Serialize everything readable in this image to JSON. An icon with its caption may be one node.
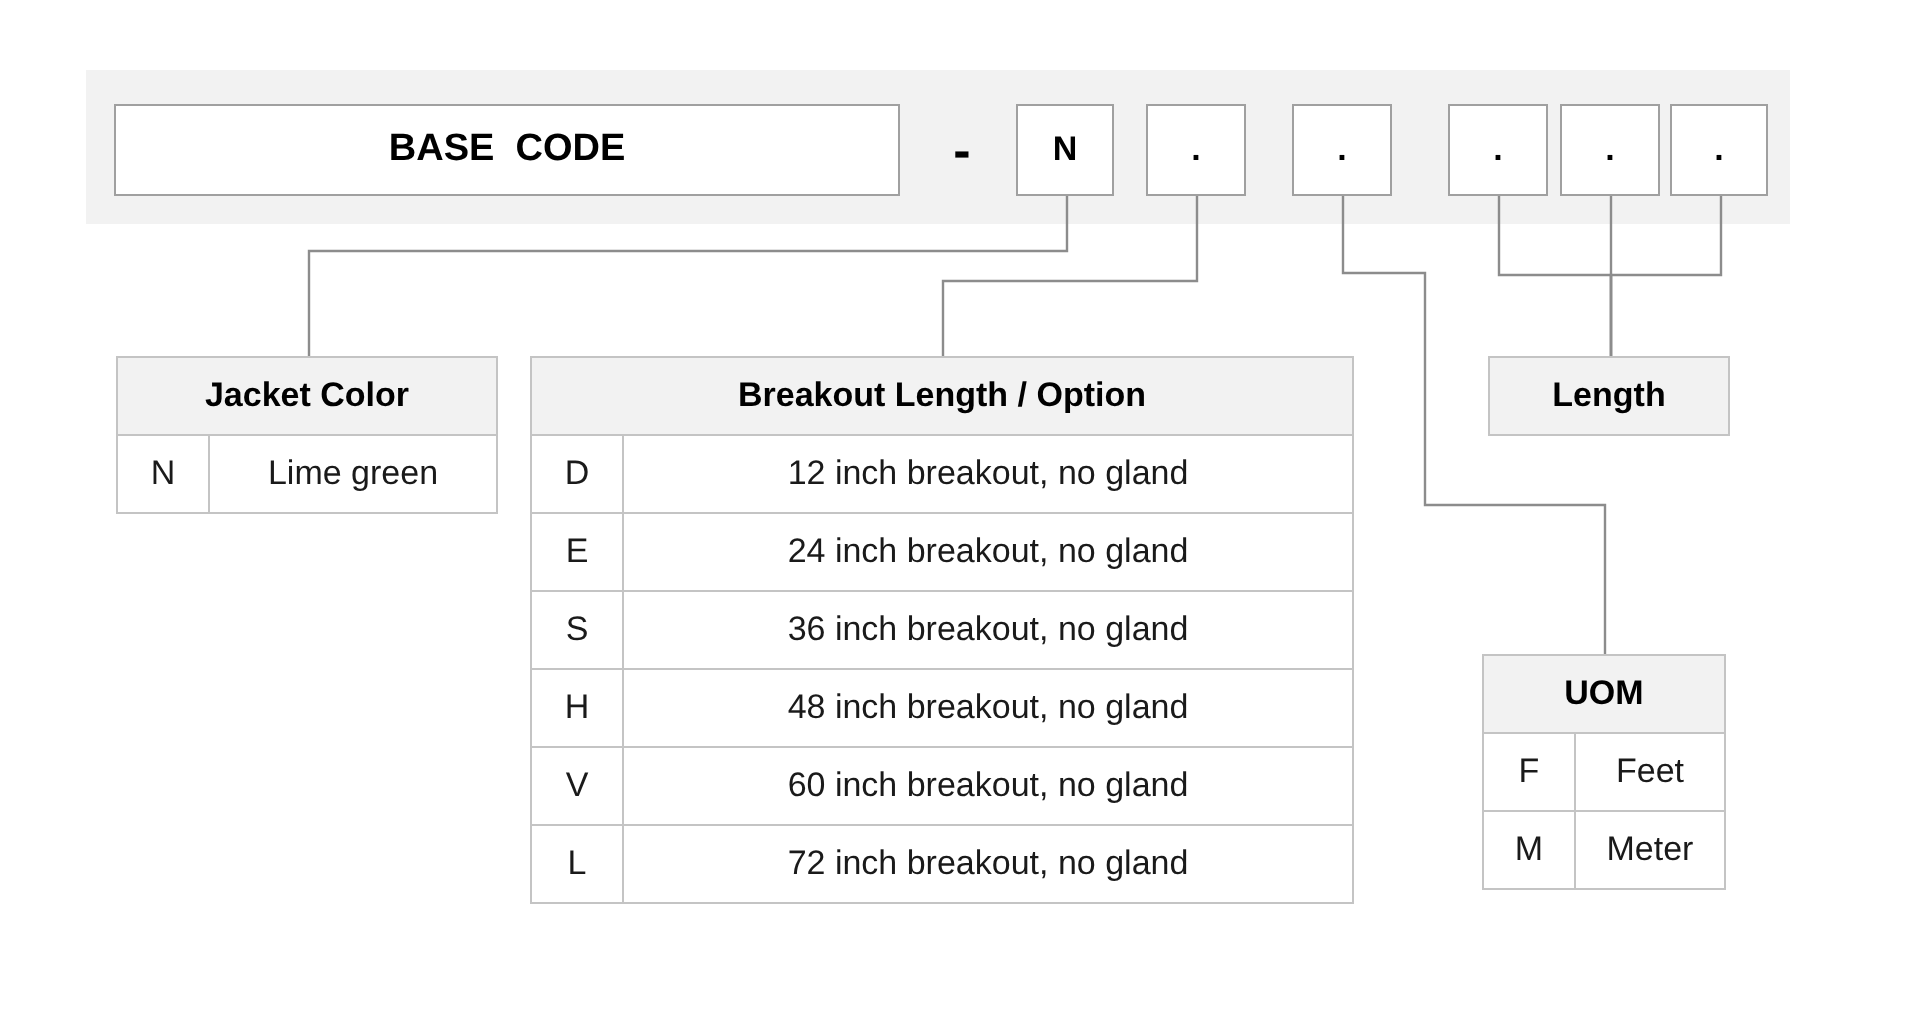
{
  "diagram": {
    "nodes": [
      {
        "text": [],
        "shape": "bar"
      },
      {
        "text": [
          "BASE  CODE"
        ],
        "in": 0
      },
      {
        "text": [
          "N"
        ],
        "in": 0
      },
      {
        "text": [
          "."
        ],
        "in": 0
      },
      {
        "text": [
          "."
        ],
        "in": 0
      },
      {
        "text": [
          "."
        ],
        "in": 0
      },
      {
        "text": [
          "."
        ],
        "in": 0
      },
      {
        "text": [
          "."
        ],
        "in": 0
      },
      {
        "text": [
          "Jacket Color"
        ]
      },
      {
        "text": [
          "N"
        ],
        "in": 8
      },
      {
        "text": [
          "Lime green"
        ],
        "in": 8
      },
      {
        "text": [
          "Breakout Length / Option"
        ]
      },
      {
        "text": [
          "D"
        ],
        "in": 11
      },
      {
        "text": [
          "12 inch breakout, no gland"
        ],
        "in": 11
      },
      {
        "text": [
          "E"
        ],
        "in": 11
      },
      {
        "text": [
          "24 inch breakout, no gland"
        ],
        "in": 11
      },
      {
        "text": [
          "S"
        ],
        "in": 11
      },
      {
        "text": [
          "36 inch breakout, no gland"
        ],
        "in": 11
      },
      {
        "text": [
          "H"
        ],
        "in": 11
      },
      {
        "text": [
          "48 inch breakout, no gland"
        ],
        "in": 11
      },
      {
        "text": [
          "V"
        ],
        "in": 11
      },
      {
        "text": [
          "60 inch breakout, no gland"
        ],
        "in": 11
      },
      {
        "text": [
          "L"
        ],
        "in": 11
      },
      {
        "text": [
          "72 inch breakout, no gland"
        ],
        "in": 11
      },
      {
        "text": [
          "Length"
        ]
      },
      {
        "text": [
          "UOM"
        ]
      },
      {
        "text": [
          "F"
        ],
        "in": 25
      },
      {
        "text": [
          "Feet"
        ],
        "in": 25
      },
      {
        "text": [
          "M"
        ],
        "in": 25
      },
      {
        "text": [
          "Meter"
        ],
        "in": 25
      }
    ],
    "edges": [
      {
        "from": 2,
        "to": 8,
        "arrow": "none"
      },
      {
        "from": 3,
        "to": 11,
        "arrow": "none"
      },
      {
        "from": 4,
        "to": 25,
        "arrow": "none"
      },
      {
        "from": 5,
        "to": 24,
        "arrow": "none"
      },
      {
        "from": 6,
        "to": 24,
        "arrow": "none"
      },
      {
        "from": 7,
        "to": 24,
        "arrow": "none"
      }
    ],
    "labels": [
      "-"
    ]
  }
}
